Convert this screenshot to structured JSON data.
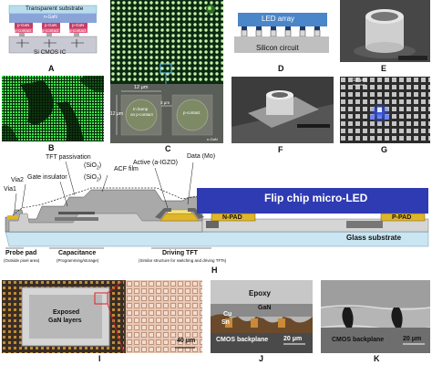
{
  "panels": {
    "A": {
      "letter": "A",
      "labels": {
        "substrate": "Transparent substrate",
        "n_gan": "n-GaN",
        "p_gan": "p-GaN",
        "p_contact": "p-contact",
        "si_cmos": "Si CMOS IC"
      }
    },
    "B": {
      "letter": "B"
    },
    "C": {
      "letter": "C",
      "labels": {
        "dim_top": "12 μm",
        "dim_left": "12 μm",
        "dim_gap": "3 μm",
        "in_bump": "In bump",
        "on_p_contact": "on p-contact",
        "p_contact": "p-contact",
        "n_gan": "n-GaN"
      }
    },
    "D": {
      "letter": "D",
      "labels": {
        "led_array": "LED array",
        "silicon_circuit": "Silicon circuit"
      }
    },
    "E": {
      "letter": "E"
    },
    "F": {
      "letter": "F"
    },
    "G": {
      "letter": "G",
      "labels": {
        "dim": "10 μm"
      }
    },
    "H": {
      "letter": "H",
      "labels": {
        "tft_passivation": "TFT passivation",
        "sio2_1": "(SiO",
        "sio2_2": "(SiO",
        "gate_insulator": "Gate insulator",
        "acf_film": "ACF film",
        "active": "Active (a-IGZO)",
        "data": "Data (Mo)",
        "via2": "Via2",
        "via1": "Via1",
        "flip_chip": "Flip chip micro-LED",
        "n_pad": "N-PAD",
        "p_pad": "P-PAD",
        "glass_substrate": "Glass substrate",
        "probe_pad": "Probe pad",
        "probe_pad_sub": "(Outside pixel area)",
        "capacitance": "Capacitance",
        "capacitance_sub": "(Programming/storage)",
        "driving_tft": "Driving TFT",
        "driving_tft_sub": "(Similar structure for switching and driving TFTs)"
      }
    },
    "I": {
      "letter": "I",
      "labels": {
        "exposed_1": "Exposed",
        "exposed_2": "GaN layers",
        "scale": "40 μm"
      }
    },
    "J": {
      "letter": "J",
      "labels": {
        "epoxy": "Epoxy",
        "gan": "GaN",
        "cu": "Cu",
        "sn": "Sn",
        "cmos": "CMOS backplane",
        "scale": "20 μm"
      }
    },
    "K": {
      "letter": "K",
      "labels": {
        "cmos": "CMOS backplane",
        "scale": "20 μm"
      }
    }
  },
  "colors": {
    "tft_blue": "#2f3bb3",
    "glass": "#c9e6f2",
    "green_emission": "#39e34a",
    "gold": "#e0b52a",
    "blue_pixel": "#3a5cff",
    "led_array_blue": "#4a86c8"
  }
}
